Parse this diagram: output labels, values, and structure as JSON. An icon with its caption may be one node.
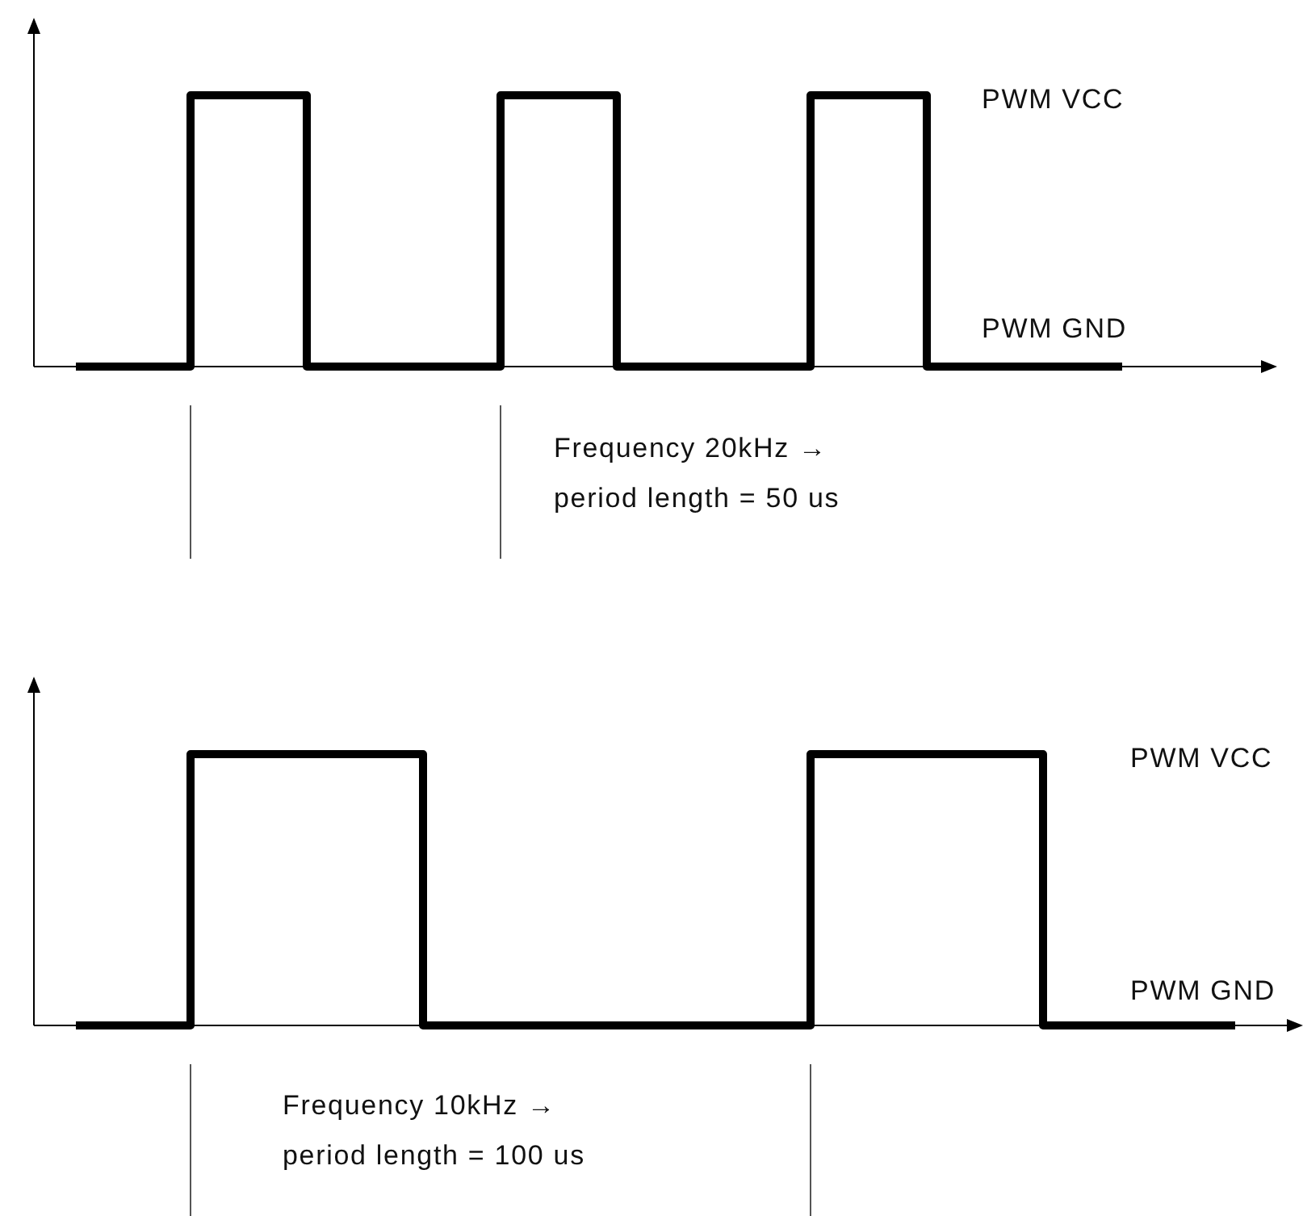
{
  "diagram": {
    "labels": [
      "PWM VCC",
      "PWM GND",
      "Frequency 20kHz → period length = 50 us",
      "PWM VCC",
      "PWM GND",
      "Frequency 10kHz → period length = 100 us"
    ]
  }
}
